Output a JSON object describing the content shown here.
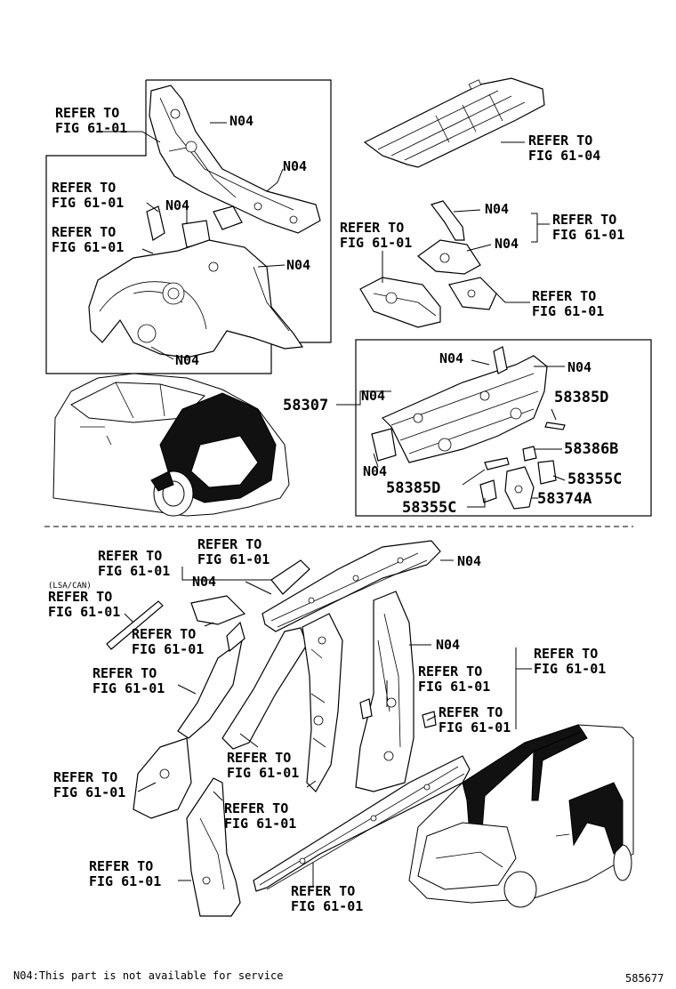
{
  "labels": {
    "refer_61_01": "REFER TO\nFIG 61-01",
    "refer_61_04": "REFER TO\nFIG 61-04",
    "n04": "N04",
    "lsa_can": "(LSA/CAN)",
    "p58307": "58307",
    "p58385D": "58385D",
    "p58386B": "58386B",
    "p58355C": "58355C",
    "p58374A": "58374A"
  },
  "footer": {
    "note": "N04:This part is not available for service",
    "diagram_id": "585677"
  }
}
